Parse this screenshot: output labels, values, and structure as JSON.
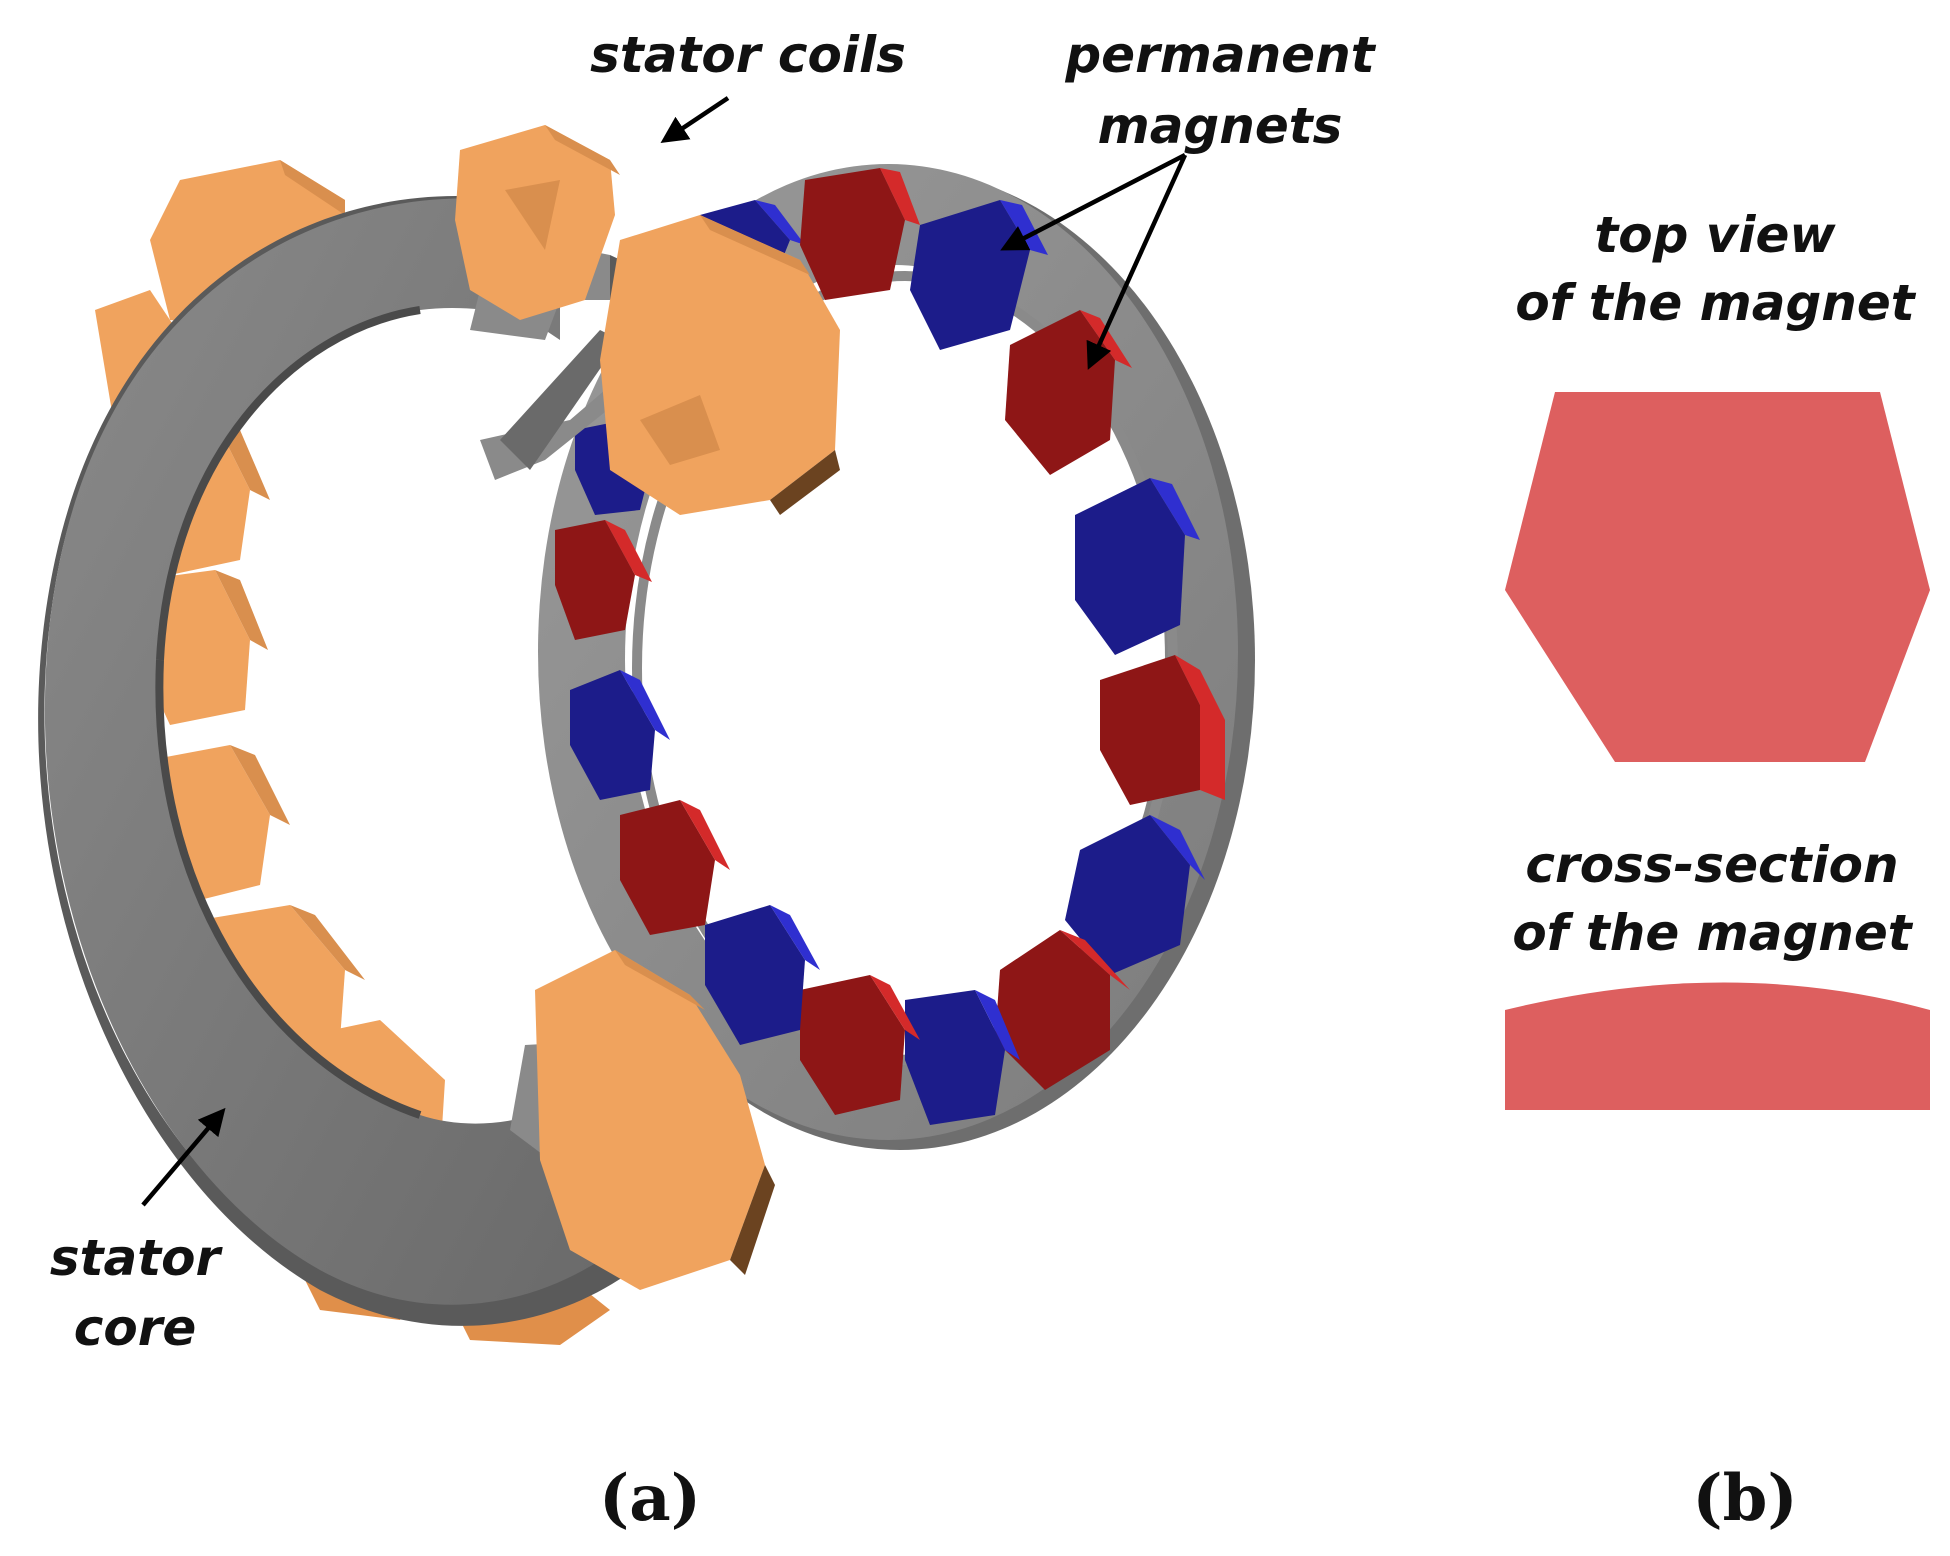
{
  "labels": {
    "stator_coils": "stator coils",
    "permanent_magnets_line1": "permanent",
    "permanent_magnets_line2": "magnets",
    "stator_core_line1": "stator",
    "stator_core_line2": "core",
    "top_view_line1": "top view",
    "top_view_line2": "of the magnet",
    "cross_section_line1": "cross-section",
    "cross_section_line2": "of the magnet",
    "panel_a": "(a)",
    "panel_b": "(b)"
  },
  "colors": {
    "core_face": "#7a7a7a",
    "core_side": "#5a5a5a",
    "coil_light": "#f0a35e",
    "coil_mid": "#d98f4e",
    "coil_dark": "#6b4320",
    "rotor_face": "#8c8c8c",
    "rotor_side": "#6e6e6e",
    "magnet_red": "#8e1616",
    "magnet_red_side": "#d42a2a",
    "magnet_blue": "#1c1c8a",
    "magnet_blue_side": "#2f2fd0",
    "magnet_view": "#dd5f5f"
  }
}
